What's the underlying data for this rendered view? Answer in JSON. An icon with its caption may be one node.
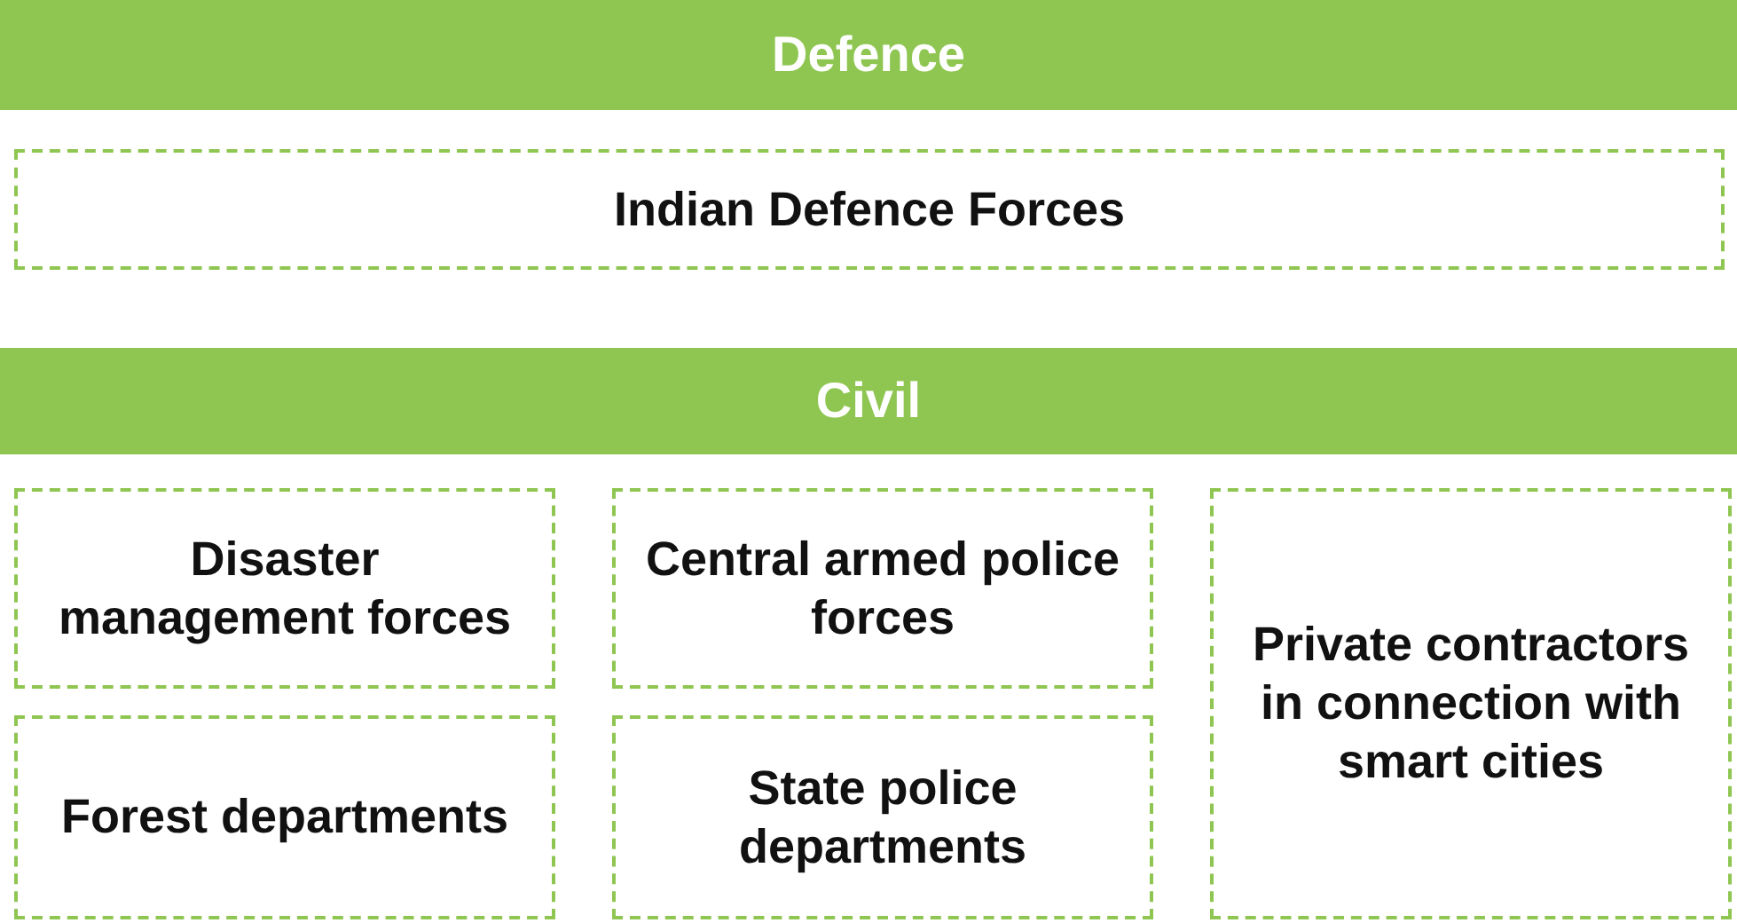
{
  "diagram": {
    "nodes": [
      {
        "text": [
          "Defence"
        ]
      },
      {
        "text": [
          "Indian Defence Forces"
        ]
      },
      {
        "text": [
          "Civil"
        ]
      },
      {
        "text": [
          "Disaster management forces"
        ]
      },
      {
        "text": [
          "Central armed police forces"
        ]
      },
      {
        "text": [
          "Private contractors in connection with smart cities"
        ]
      },
      {
        "text": [
          "Forest departments"
        ]
      },
      {
        "text": [
          "State police departments"
        ]
      }
    ]
  }
}
